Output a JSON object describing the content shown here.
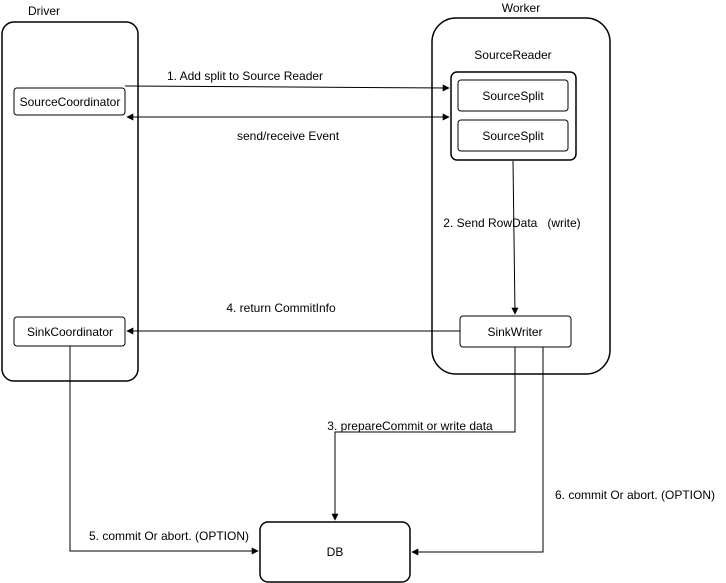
{
  "diagram": {
    "containers": {
      "driver": "Driver",
      "worker": "Worker",
      "source_reader": "SourceReader"
    },
    "nodes": {
      "source_coordinator": "SourceCoordinator",
      "sink_coordinator": "SinkCoordinator",
      "source_split_1": "SourceSplit",
      "source_split_2": "SourceSplit",
      "sink_writer": "SinkWriter",
      "db": "DB"
    },
    "edges": {
      "add_split": "1. Add split to Source Reader",
      "send_receive_event": "send/receive Event",
      "send_rowdata": "2. Send RowData   (write)",
      "prepare_commit": "3. prepareCommit or write data",
      "return_commitinfo": "4. return CommitInfo",
      "commit_abort_coordinator": "5. commit Or abort. (OPTION)",
      "commit_abort_writer": "6. commit Or abort. (OPTION)"
    },
    "colors": {
      "stroke": "#000000",
      "background": "#ffffff"
    }
  }
}
